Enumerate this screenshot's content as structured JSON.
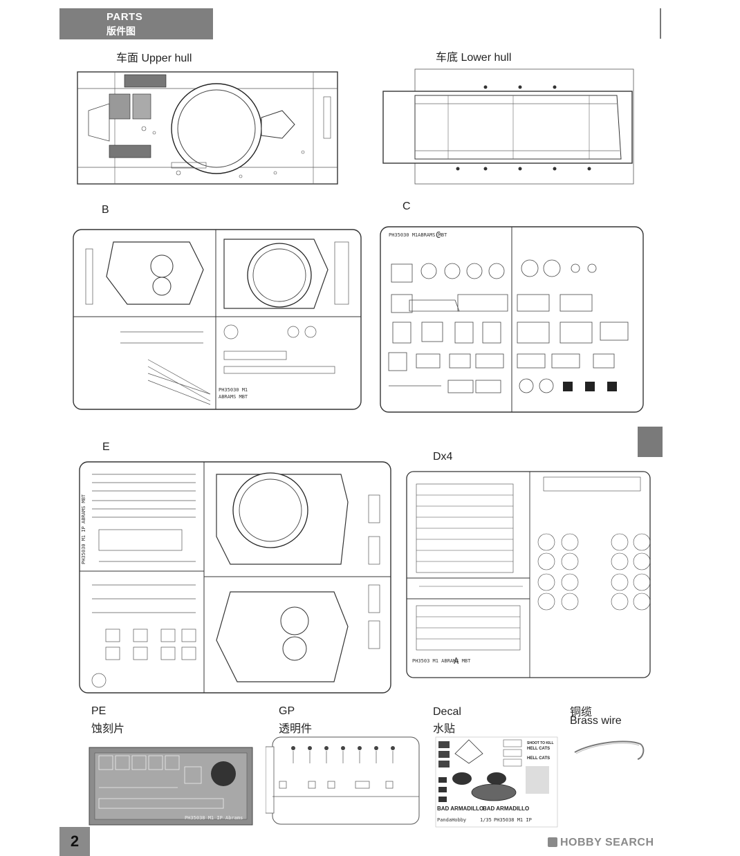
{
  "header": {
    "title_en": "PARTS",
    "title_cn": "版件图"
  },
  "labels": {
    "upper_hull": "车面  Upper hull",
    "lower_hull": "车底  Lower hull",
    "sprue_b": "B",
    "sprue_c": "C",
    "sprue_e": "E",
    "sprue_d": "Dx4",
    "pe_en": "PE",
    "pe_cn": "蚀刻片",
    "gp_en": "GP",
    "gp_cn": "透明件",
    "decal_en": "Decal",
    "decal_cn": "水贴",
    "brass_cn": "铜缆",
    "brass_en": "Brass wire"
  },
  "sprue_codes": {
    "b": "PH35030 M1",
    "b2": "ABRAMS MBT",
    "c": "PH35030 M1ABRAMS MBT",
    "c_letter": "C",
    "e": "PH35030 M1 IP ABRAMS MBT",
    "d": "PH3503 M1 ABRAMS MBT",
    "d_letter": "A",
    "pe": "PH35038 M1 IP Abrams"
  },
  "decal": {
    "shoot": "SHOOT TO KILL",
    "hellcats": "HELL CATS",
    "armadillo": "BAD ARMADILLO",
    "brand": "PandaHobby",
    "scale": "1/35",
    "code": "PH35038 M1 IP"
  },
  "footer": {
    "page_number": "2",
    "watermark": "HOBBY SEARCH"
  }
}
